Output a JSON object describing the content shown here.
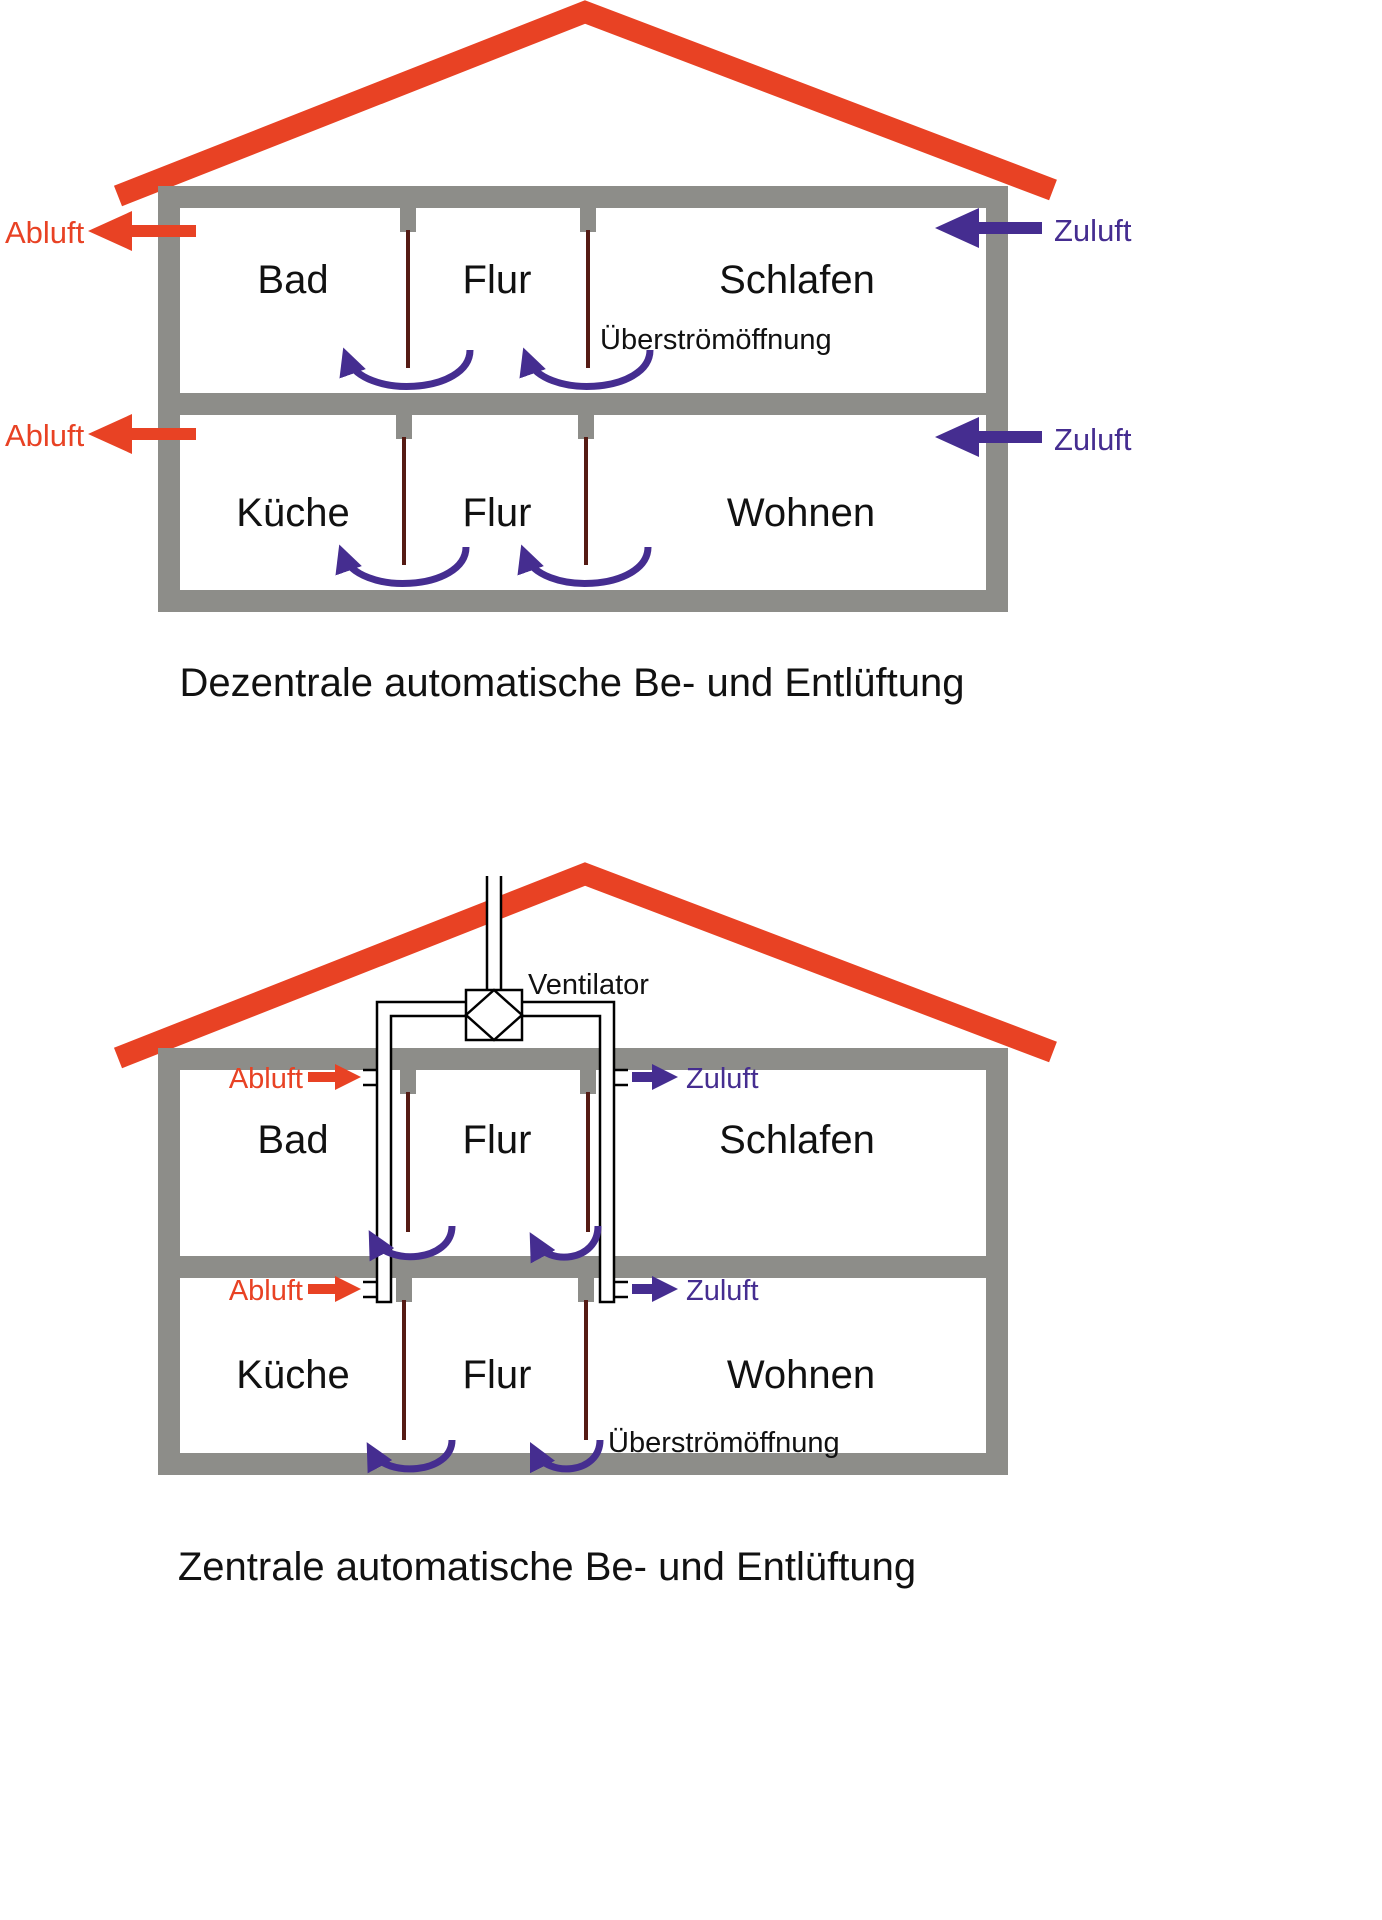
{
  "colors": {
    "red": "#e84224",
    "gray": "#8d8d89",
    "purple": "#452d90",
    "thin": "#551b14",
    "ink": "#111111"
  },
  "top": {
    "title": "Dezentrale automatische Be- und Entlüftung",
    "overflow_label": "Überströmöffnung",
    "abluft_label": "Abluft",
    "zuluft_label": "Zuluft",
    "rooms_upper": [
      "Bad",
      "Flur",
      "Schlafen"
    ],
    "rooms_lower": [
      "Küche",
      "Flur",
      "Wohnen"
    ]
  },
  "bottom": {
    "title": "Zentrale automatische Be- und Entlüftung",
    "ventilator_label": "Ventilator",
    "overflow_label": "Überströmöffnung",
    "abluft_label": "Abluft",
    "zuluft_label": "Zuluft",
    "rooms_upper": [
      "Bad",
      "Flur",
      "Schlafen"
    ],
    "rooms_lower": [
      "Küche",
      "Flur",
      "Wohnen"
    ]
  }
}
